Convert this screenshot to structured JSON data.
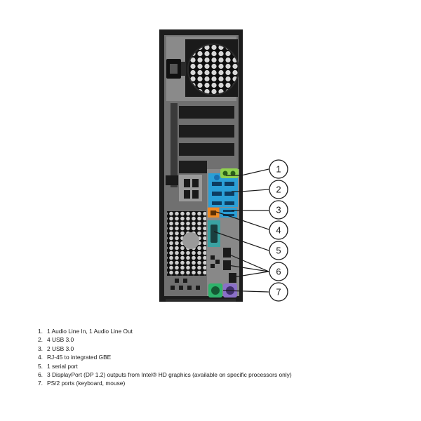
{
  "callouts": [
    "1",
    "2",
    "3",
    "4",
    "5",
    "6",
    "7"
  ],
  "legend": [
    {
      "number": "1.",
      "text": "1 Audio Line In, 1 Audio Line Out"
    },
    {
      "number": "2.",
      "text": "4 USB 3.0"
    },
    {
      "number": "3.",
      "text": "2 USB 3.0"
    },
    {
      "number": "4.",
      "text": "RJ-45 to integrated GBE"
    },
    {
      "number": "5.",
      "text": "1 serial port"
    },
    {
      "number": "6.",
      "text": "3 DisplayPort (DP 1.2) outputs from Intel® HD graphics (available on specific processors only)"
    },
    {
      "number": "7.",
      "text": "PS/2 ports (keyboard, mouse)"
    }
  ],
  "colors": {
    "chassis": "#1d1d1d",
    "panel": "#6b6b6b",
    "audio_green": "#8fd14f",
    "usb_blue": "#2a9fd6",
    "usb_dark_blue": "#1a6fb0",
    "rj45_orange": "#f08a24",
    "serial_teal": "#3aa2a2",
    "ps2_green": "#2db36b",
    "ps2_purple": "#8a6fc7"
  }
}
